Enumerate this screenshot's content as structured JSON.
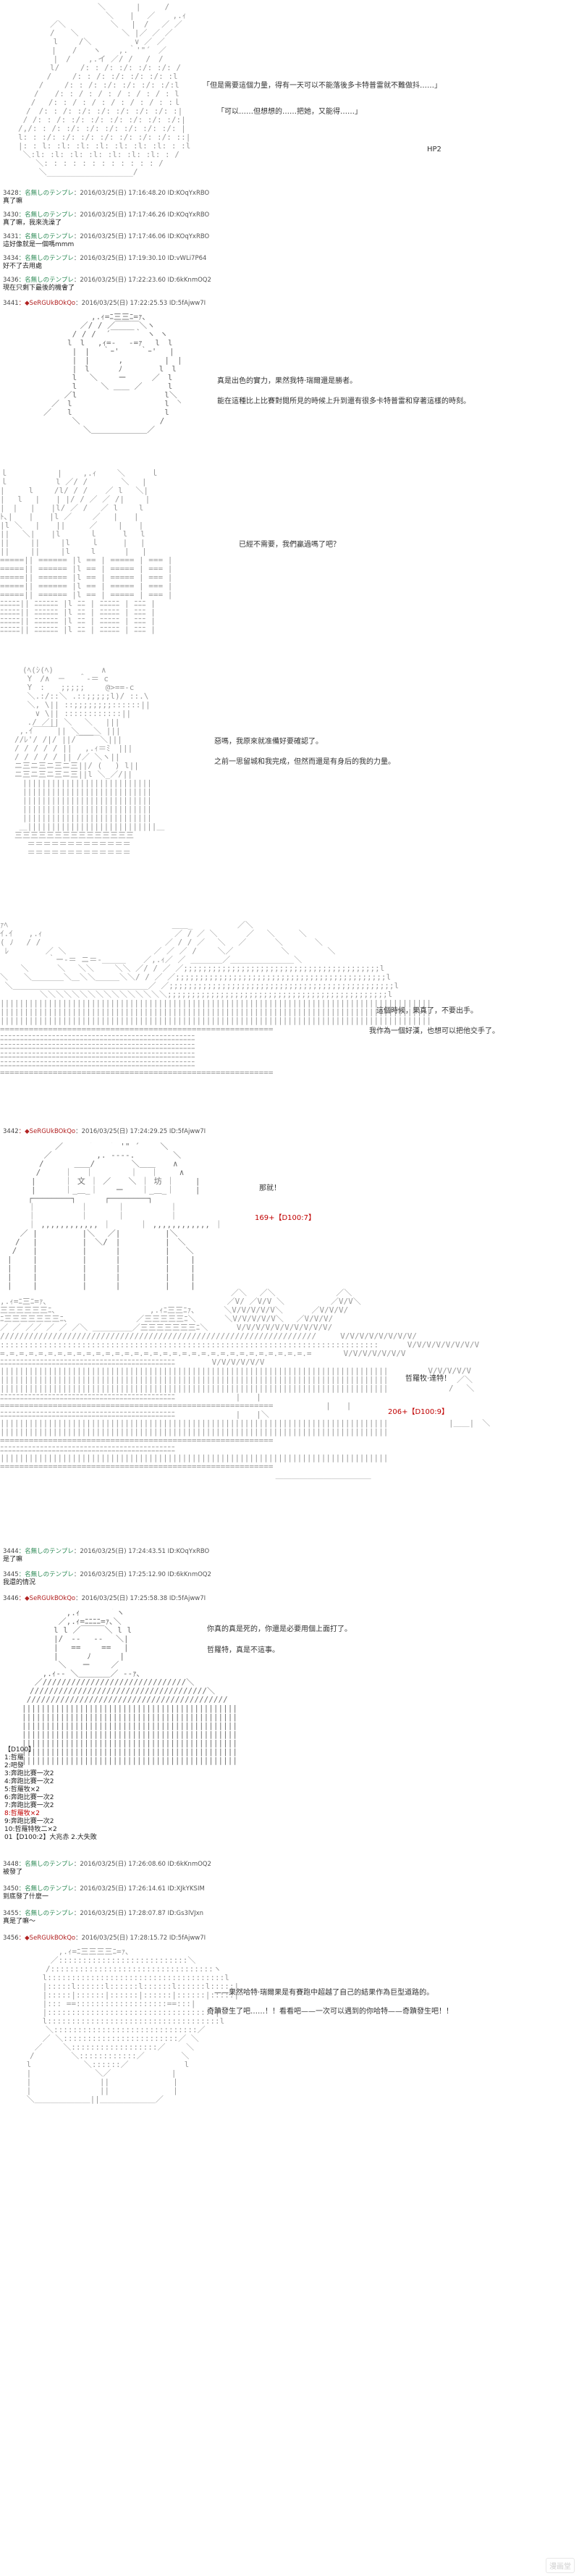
{
  "panel1": {
    "line1": "「但是需要這個力量，得有一天可以不能落後多卡特普雷就不難做抖……」",
    "line2": "「可以……但想想的……把她，又能得……」",
    "hp": "HP2"
  },
  "posts": [
    {
      "num": "3428",
      "name": "：名無しのテンプレ",
      "date": "：2016/03/25(日) 17:16:48.20 ID:KOqYxRBO",
      "body": "真了嘛"
    },
    {
      "num": "3430",
      "name": "：名無しのテンプレ",
      "date": "：2016/03/25(日) 17:17:46.26 ID:KOqYxRBO",
      "body": "真了嘛，我來洗澡了"
    },
    {
      "num": "3431",
      "name": "：名無しのテンプレ",
      "date": "：2016/03/25(日) 17:17:46.06 ID:KOqYxRBO",
      "body": "這好像就是一個嗎mmm"
    },
    {
      "num": "3434",
      "name": "：名無しのテンプレ",
      "date": "：2016/03/25(日) 17:19:30.10 ID:vWLi7P64",
      "body": "好不了去用處"
    },
    {
      "num": "3436",
      "name": "：名無しのテンプレ",
      "date": "：2016/03/25(日) 17:22:23.60 ID:6kKnmOQ2",
      "body": "現在只剩下最後的機會了"
    }
  ],
  "op1": {
    "num": "3441",
    "name": "：◆SeRGUkBOkQo",
    "date": "：2016/03/25(日) 17:22:25.53 ID:5fAjww7I"
  },
  "lines_a": {
    "a1": "真是出色的實力，果然我特·瑞爾還是勝者。",
    "a2": "能在這種比上比賽對閱所見的時候上升到還有很多卡特普雷和穿著這樣的時刻。"
  },
  "lines_b": {
    "b1": "已經不需要，我們贏過嗎了吧？"
  },
  "lines_c": {
    "c1": "惡嗎，我原來就准備好要確認了。",
    "c2": "之前一思留城和我完成，但然而還是有身后的我的力量。"
  },
  "lines_d": {
    "d1": "這個時候，果真了，不要出手。",
    "d2": "我作為一個好漢，也想可以把他交手了。"
  },
  "op2": {
    "num": "3442",
    "name": "：◆SeRGUkBOkQo",
    "date": "：2016/03/25(日) 17:24:29.25 ID:5fAjww7I"
  },
  "lines_e": {
    "e1": "那就！",
    "e2": "169+【D100:7】"
  },
  "lines_f": {
    "f1": "哲羅牧·達特！",
    "f2": "206+【D100:9】"
  },
  "posts2": [
    {
      "num": "3444",
      "name": "：名無しのテンプレ",
      "date": "：2016/03/25(日) 17:24:43.51 ID:KOqYxRBO",
      "body": "是了嘛"
    },
    {
      "num": "3445",
      "name": "：名無しのテンプレ",
      "date": "：2016/03/25(日) 17:25:12.90 ID:6kKnmOQ2",
      "body": "我還的情況"
    }
  ],
  "op3": {
    "num": "3446",
    "name": "：◆SeRGUkBOkQo",
    "date": "：2016/03/25(日) 17:25:58.38 ID:5fAjww7I"
  },
  "lines_g": {
    "g1": "你真的真是死的，你還是必要用個上面打了。",
    "g2": "哲羅特，真是不這事。"
  },
  "votes": {
    "title": "【D100】",
    "items": [
      "1:哲羅",
      "2:吧發",
      "3:奔跑比賽一次2",
      "4:奔跑比賽一次2",
      "5:哲羅牧×2",
      "6:奔跑比賽一次2",
      "7:奔跑比賽一次2",
      "8:哲羅牧×2",
      "9:奔跑比賽一次2",
      "10:哲羅特牧二×2"
    ],
    "red_index": 7,
    "result": "01【D100:2】大兆赤 2.大失敗"
  },
  "posts3": [
    {
      "num": "3448",
      "name": "：名無しのテンプレ",
      "date": "：2016/03/25(日) 17:26:08.60 ID:6kKnmOQ2",
      "body": "被發了"
    },
    {
      "num": "3450",
      "name": "：名無しのテンプレ",
      "date": "：2016/03/25(日) 17:26:14.61 ID:XJkYKSIM",
      "body": "到底發了什麼一"
    },
    {
      "num": "3455",
      "name": "：名無しのテンプレ",
      "date": "：2016/03/25(日) 17:28:07.87 ID:Gs3lVJxn",
      "body": "真是了嘛～"
    }
  ],
  "op4": {
    "num": "3456",
    "name": "：◆SeRGUkBOkQo",
    "date": "：2016/03/25(日) 17:28:15.72 ID:5fAjww7I"
  },
  "lines_h": {
    "h1": "——果然哈特·瑞爾果是有賽跑中超越了自己的結果作為巨型道路的。",
    "h2": "奇蹟發生了吧……！！看看吧——一次可以遇到的你哈特——奇蹟發生吧！！"
  },
  "watermark": "漫画堂"
}
